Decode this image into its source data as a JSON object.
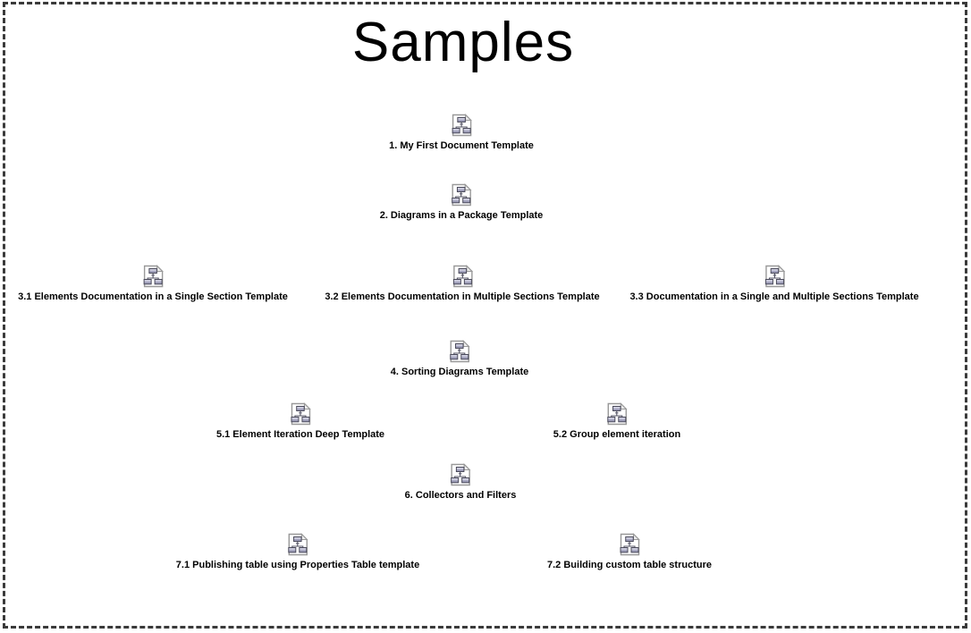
{
  "page": {
    "title": "Samples",
    "background_color": "#ffffff",
    "border_color": "#3a3a3a"
  },
  "icon": {
    "semantic": "document-template-icon",
    "page_fill": "#ffffff",
    "page_stroke": "#999999",
    "fold_fill": "#efefef",
    "box_fill_light": "#d6d6e6",
    "box_fill_dark": "#9595b0",
    "box_stroke": "#4a4a5a",
    "connector_color": "#555566"
  },
  "nodes": [
    {
      "label": "1. My First Document Template"
    },
    {
      "label": "2. Diagrams in a Package Template"
    },
    {
      "label": "3.1 Elements Documentation in a Single Section Template"
    },
    {
      "label": "3.2 Elements Documentation in Multiple Sections Template"
    },
    {
      "label": "3.3 Documentation in a Single and Multiple Sections Template"
    },
    {
      "label": "4. Sorting Diagrams Template"
    },
    {
      "label": "5.1 Element Iteration Deep Template"
    },
    {
      "label": "5.2 Group element iteration"
    },
    {
      "label": "6. Collectors and Filters"
    },
    {
      "label": "7.1 Publishing table using Properties Table template"
    },
    {
      "label": "7.2 Building custom table structure"
    }
  ]
}
